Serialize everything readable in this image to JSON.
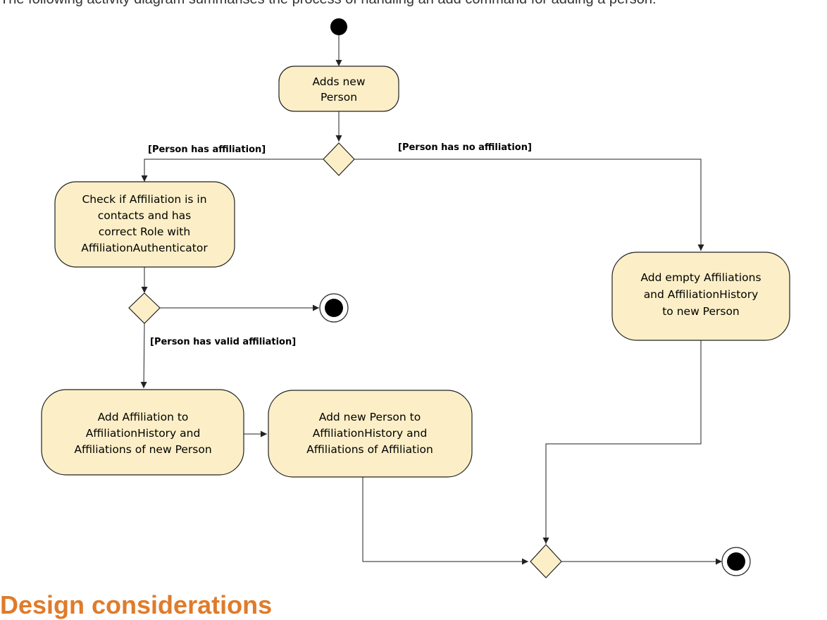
{
  "intro_text": "The following activity diagram summarises the process of handling an add command for adding a person:",
  "next_heading": "Design considerations",
  "colors": {
    "node_fill": "#fcefc7",
    "stroke": "#222222",
    "heading": "#e07b2a"
  },
  "nodes": {
    "adds_new_person": [
      "Adds new",
      "Person"
    ],
    "check_affiliation": [
      "Check if Affiliation is in",
      "contacts and has",
      "correct Role with",
      "AffiliationAuthenticator"
    ],
    "add_empty_affiliations": [
      "Add empty Affiliations",
      "and AffiliationHistory",
      "to new Person"
    ],
    "add_affiliation_to_history": [
      "Add Affiliation to",
      "AffiliationHistory and",
      "Affiliations of new Person"
    ],
    "add_person_to_history": [
      "Add new Person to",
      "AffiliationHistory and",
      "Affiliations of Affiliation"
    ]
  },
  "guards": {
    "has_affiliation": "[Person has affiliation]",
    "no_affiliation": "[Person has no affiliation]",
    "valid_affiliation": "[Person has valid affiliation]"
  }
}
